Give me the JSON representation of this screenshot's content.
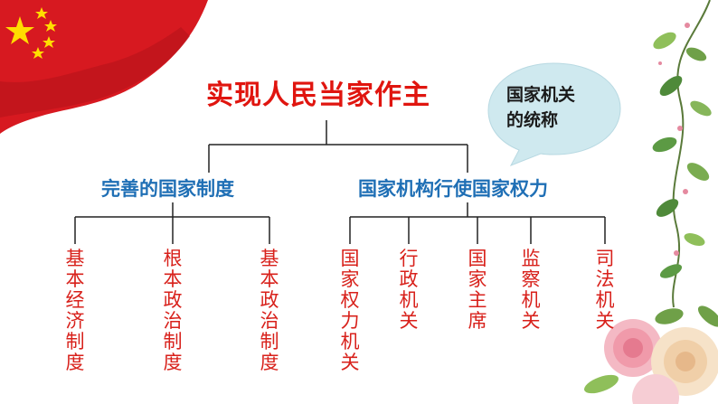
{
  "diagram": {
    "root": {
      "label": "实现人民当家作主"
    },
    "callout": {
      "line1": "国家机关",
      "line2": "的统称"
    },
    "branches": [
      {
        "label": "完善的国家制度",
        "children": [
          "基本经济制度",
          "根本政治制度",
          "基本政治制度"
        ]
      },
      {
        "label": "国家机构行使国家权力",
        "children": [
          "国家权力机关",
          "行政机关",
          "国家主席",
          "监察机关",
          "司法机关"
        ]
      }
    ]
  },
  "colors": {
    "title": "#e0150f",
    "branch": "#1f6fb5",
    "leaf": "#d8211b",
    "line": "#222222",
    "callout_fill": "#cfe9ef",
    "flag": "#d71920",
    "star": "#ffde00"
  },
  "icons": [
    "flag-decoration",
    "vine-decoration",
    "rose-decoration"
  ]
}
